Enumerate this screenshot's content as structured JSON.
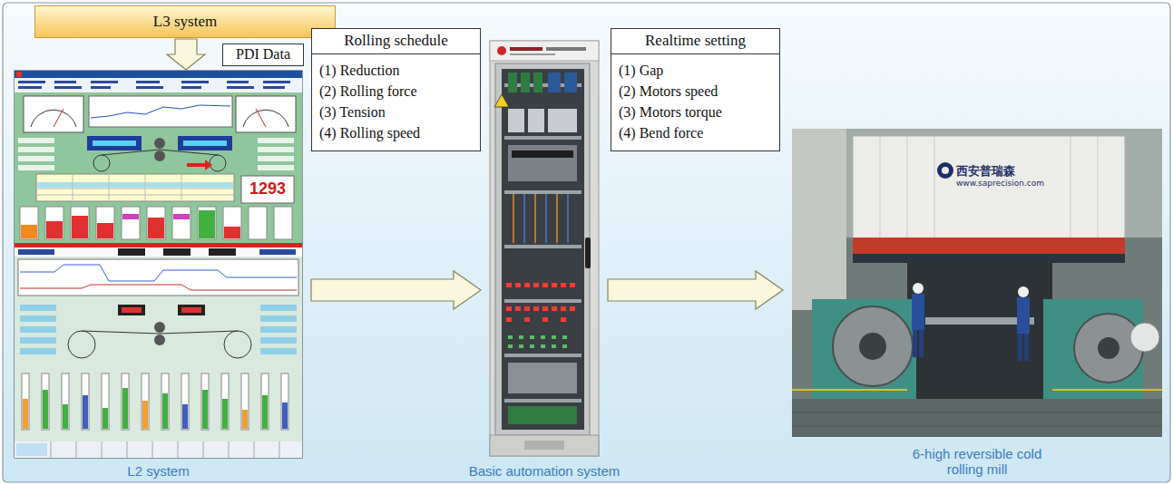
{
  "diagram": {
    "nodes": [
      {
        "text": [
          "L3 system"
        ]
      },
      {
        "text": [
          "L2 system"
        ]
      },
      {
        "text": [
          "Rolling schedule",
          "(1) Reduction",
          "(2) Rolling force",
          "(3) Tension",
          "(4) Rolling speed"
        ]
      },
      {
        "text": [
          "Basic automation system"
        ]
      },
      {
        "text": [
          "Realtime setting",
          "(1) Gap",
          "(2) Motors speed",
          "(3) Motors torque",
          "(4) Bend force"
        ]
      },
      {
        "text": [
          "6-high reversible cold rolling mill"
        ]
      }
    ],
    "edges": [
      {
        "from": 0,
        "to": 1,
        "arrow": "to",
        "label": "PDI Data"
      },
      {
        "from": 1,
        "to": 3,
        "arrow": "to"
      },
      {
        "from": 3,
        "to": 5,
        "arrow": "to"
      }
    ],
    "labels": [
      "1293",
      "西安普瑞森",
      "www.saprecision.com"
    ]
  }
}
